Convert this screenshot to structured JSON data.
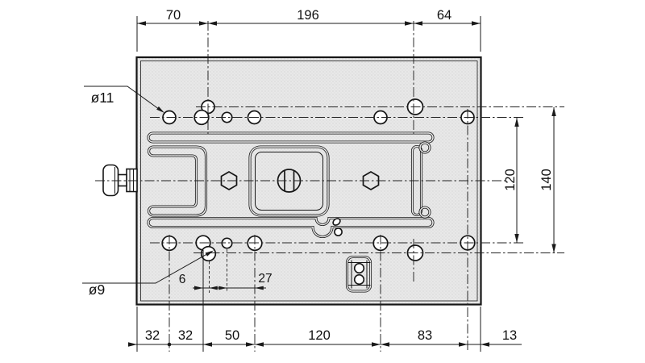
{
  "drawing": {
    "dims_top": [
      "70",
      "196",
      "64"
    ],
    "dims_bottom": [
      "32",
      "32",
      "50",
      "120",
      "83",
      "13"
    ],
    "dims_right": [
      "120",
      "140"
    ],
    "dims_detail": [
      "6",
      "27"
    ],
    "hole_labels": {
      "large": "ø11",
      "small": "ø9"
    },
    "colors": {
      "line": "#1a1a1a",
      "plate": "#e8e8e8",
      "paper": "#ffffff"
    }
  }
}
